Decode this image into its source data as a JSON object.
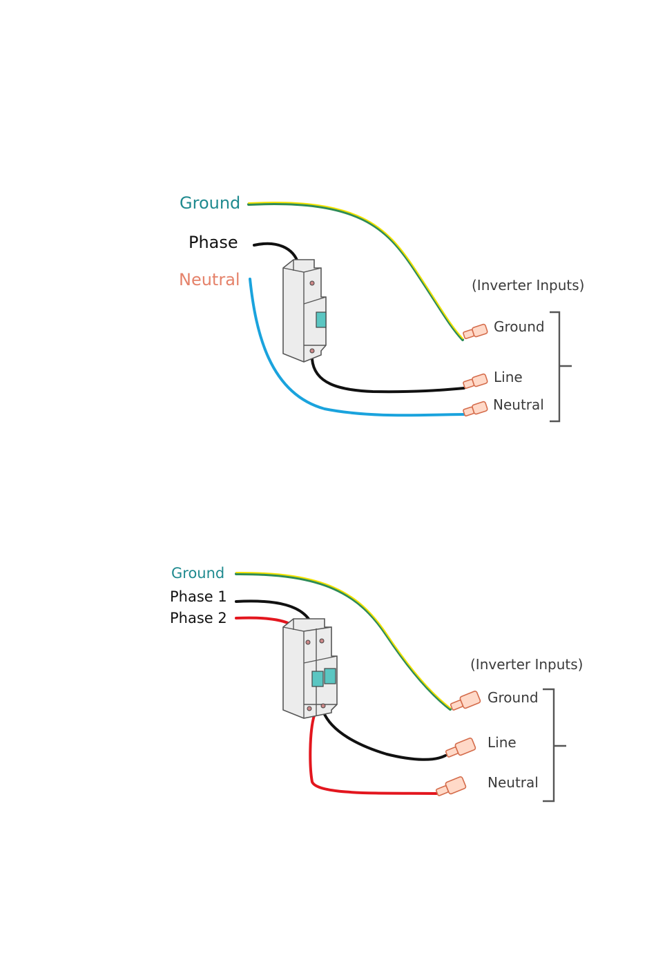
{
  "colors": {
    "ground_label": "#1f8a8f",
    "phase_label": "#111111",
    "neutral_label": "#e5826a",
    "wire_ground_a": "#2e8b57",
    "wire_ground_b": "#f2e200",
    "wire_black": "#111111",
    "wire_blue": "#1aa3dd",
    "wire_red": "#e3161e",
    "terminal": "#d46b4a",
    "bracket": "#555555"
  },
  "single_phase": {
    "sources": {
      "ground": "Ground",
      "phase": "Phase",
      "neutral": "Neutral"
    },
    "inverter_inputs_title": "(Inverter Inputs)",
    "terminals": {
      "ground": "Ground",
      "line": "Line",
      "neutral": "Neutral"
    }
  },
  "two_phase": {
    "sources": {
      "ground": "Ground",
      "phase1": "Phase 1",
      "phase2": "Phase 2"
    },
    "inverter_inputs_title": "(Inverter Inputs)",
    "terminals": {
      "ground": "Ground",
      "line": "Line",
      "neutral": "Neutral"
    }
  }
}
